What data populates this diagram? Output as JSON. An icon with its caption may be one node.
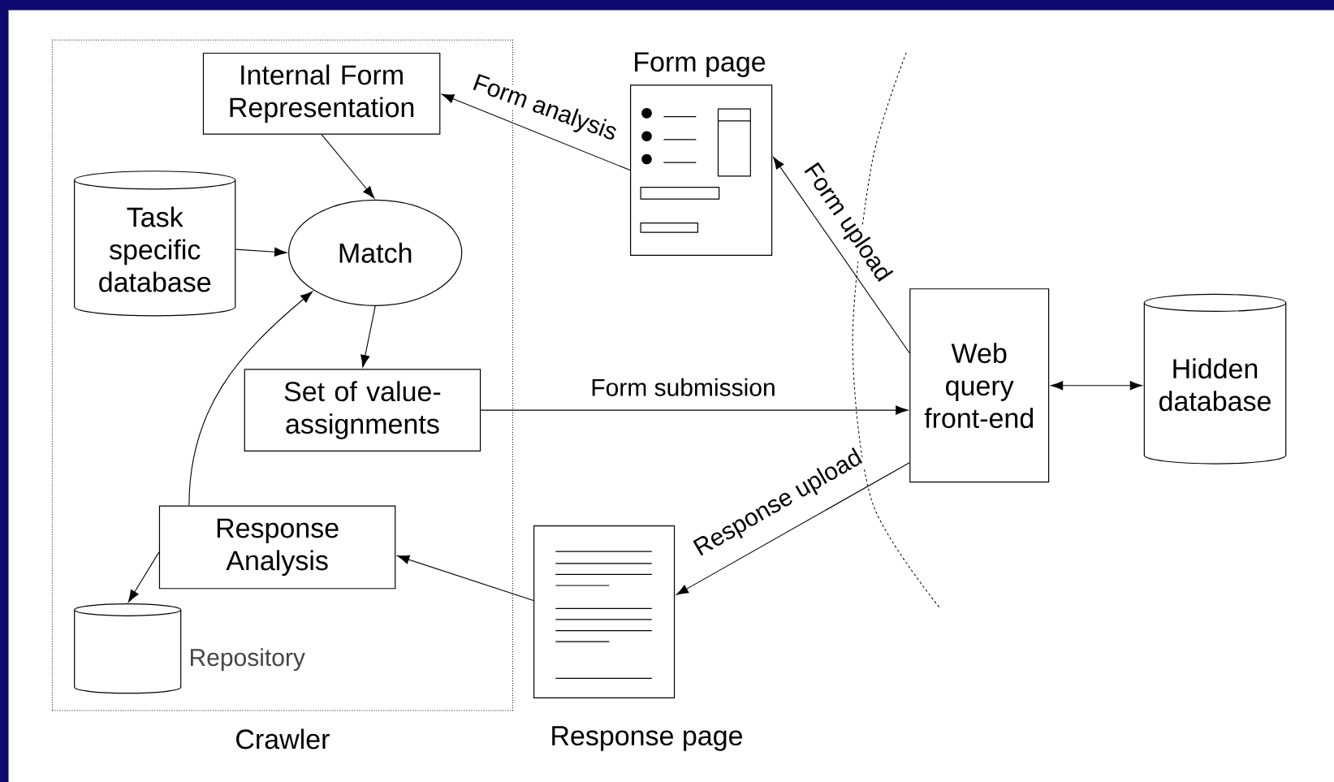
{
  "diagram": {
    "nodes": [
      {
        "text": [
          "Crawler"
        ]
      },
      {
        "text": [
          "Internal Form Representation"
        ],
        "in": 0
      },
      {
        "text": [
          "Task specific database"
        ],
        "in": 0
      },
      {
        "text": [
          "Match"
        ],
        "in": 0
      },
      {
        "text": [
          "Set of value-assignments"
        ],
        "in": 0
      },
      {
        "text": [
          "Response Analysis"
        ],
        "in": 0
      },
      {
        "text": [],
        "shape": "cylinder",
        "beside": [
          "Repository"
        ],
        "in": 0
      },
      {
        "text": [
          "Form page"
        ]
      },
      {
        "text": [
          "Response page"
        ]
      },
      {
        "text": [
          "Web query front-end"
        ]
      },
      {
        "text": [
          "Hidden database"
        ]
      }
    ],
    "edges": [
      {
        "from": 7,
        "to": 1,
        "arrow": "to",
        "label": "Form analysis"
      },
      {
        "from": 1,
        "to": 3,
        "arrow": "to"
      },
      {
        "from": 2,
        "to": 3,
        "arrow": "to"
      },
      {
        "from": 3,
        "to": 4,
        "arrow": "to"
      },
      {
        "from": 4,
        "to": 9,
        "arrow": "to",
        "label": "Form submission"
      },
      {
        "from": 9,
        "to": 7,
        "arrow": "to",
        "label": "Form upload"
      },
      {
        "from": 9,
        "to": 8,
        "arrow": "to",
        "label": "Response upload"
      },
      {
        "from": 8,
        "to": 5,
        "arrow": "to"
      },
      {
        "from": 5,
        "to": 3,
        "arrow": "to"
      },
      {
        "from": 5,
        "to": 6,
        "arrow": "to"
      },
      {
        "from": 9,
        "to": 10,
        "arrow": "both"
      }
    ]
  }
}
